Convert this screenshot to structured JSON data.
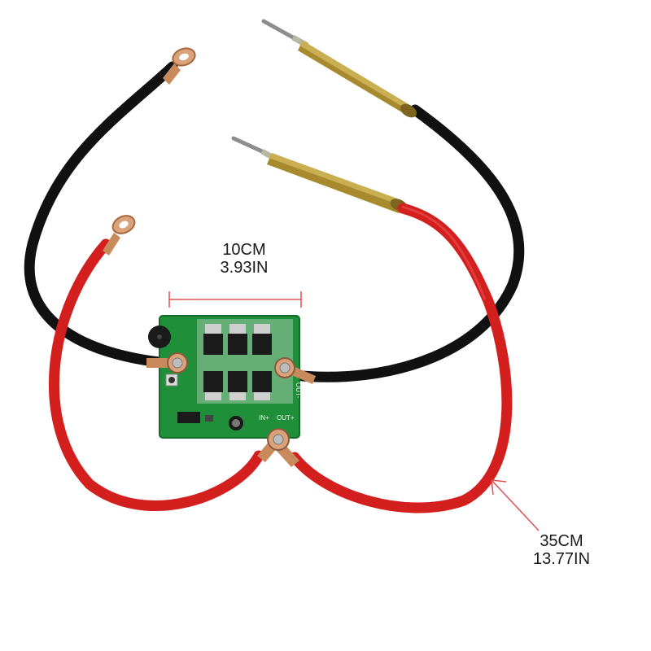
{
  "dimensions": {
    "width": {
      "metric": "10CM",
      "imperial": "3.93IN"
    },
    "cable_length": {
      "metric": "35CM",
      "imperial": "13.77IN"
    }
  },
  "board_markings": {
    "out_plus": "OUT+",
    "in_plus": "IN+",
    "out_minus": "OUT-"
  },
  "colors": {
    "annotation_line": "#e05050",
    "red_cable": "#d41f1f",
    "black_cable": "#111111",
    "pcb": "#1f8f3a",
    "brass": "#a88a2e",
    "copper_lug": "#c88a5a"
  },
  "objects": [
    "black-cable-icon",
    "red-cable-icon",
    "spot-welder-pcb-icon",
    "welding-pen-icon",
    "ring-terminal-icon"
  ]
}
